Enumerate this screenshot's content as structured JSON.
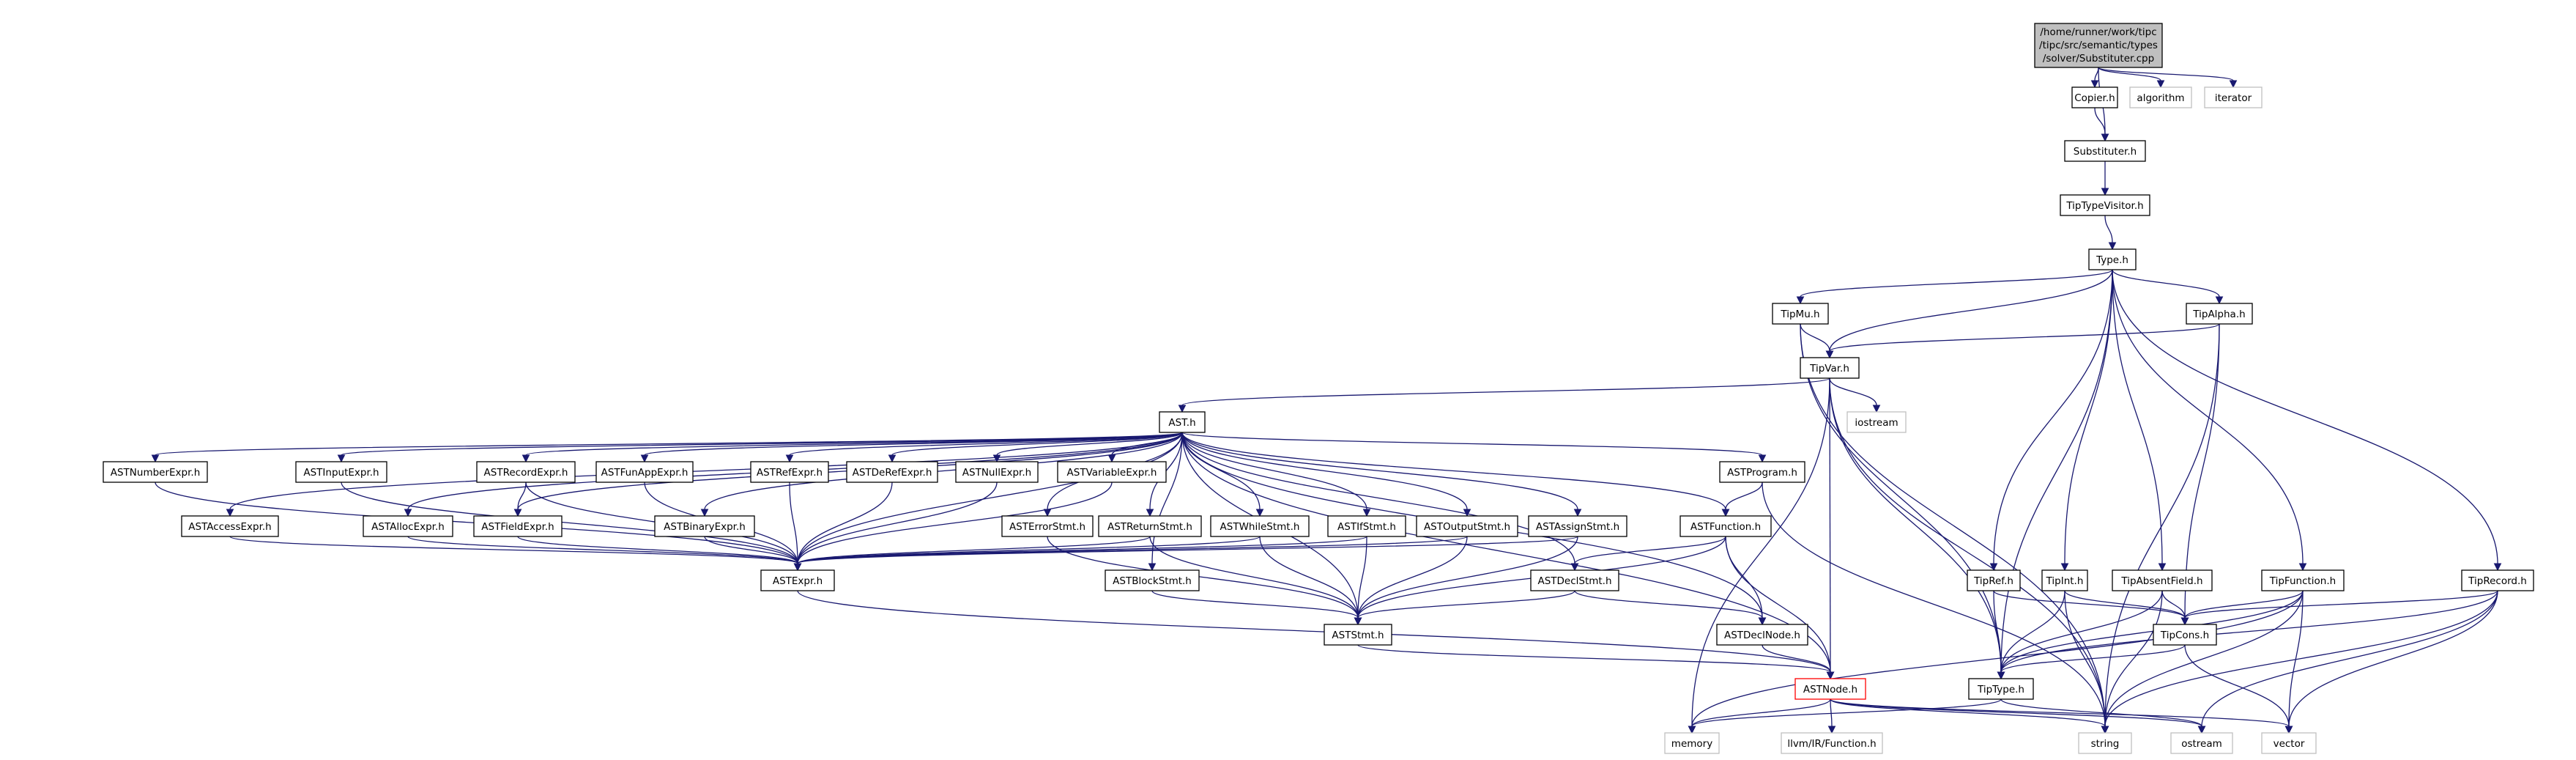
{
  "diagram": {
    "title": "Include dependency graph for Substituter.cpp",
    "root_lines": [
      "/home/runner/work/tipc",
      "/tipc/src/semantic/types",
      "/solver/Substituter.cpp"
    ],
    "nodes": {
      "root": "/home/runner/work/tipc/tipc/src/semantic/types/solver/Substituter.cpp",
      "copier": "Copier.h",
      "algorithm": "algorithm",
      "iterator": "iterator",
      "substituter": "Substituter.h",
      "tiptypevisitor": "TipTypeVisitor.h",
      "type": "Type.h",
      "tipmu": "TipMu.h",
      "tipalpha": "TipAlpha.h",
      "tipvar": "TipVar.h",
      "iostream": "iostream",
      "ast": "AST.h",
      "astnumberexpr": "ASTNumberExpr.h",
      "astinputexpr": "ASTInputExpr.h",
      "astrecordexpr": "ASTRecordExpr.h",
      "astfunappexpr": "ASTFunAppExpr.h",
      "astrefexpr": "ASTRefExpr.h",
      "astderefexpr": "ASTDeRefExpr.h",
      "astnullexpr": "ASTNullExpr.h",
      "astvariableexpr": "ASTVariableExpr.h",
      "astprogram": "ASTProgram.h",
      "astaccessexpr": "ASTAccessExpr.h",
      "astallocexpr": "ASTAllocExpr.h",
      "astfieldexpr": "ASTFieldExpr.h",
      "astbinaryexpr": "ASTBinaryExpr.h",
      "asterrorstmt": "ASTErrorStmt.h",
      "astreturnstmt": "ASTReturnStmt.h",
      "astwhilestmt": "ASTWhileStmt.h",
      "astifstmt": "ASTIfStmt.h",
      "astoutputstmt": "ASTOutputStmt.h",
      "astassignstmt": "ASTAssignStmt.h",
      "astfunction": "ASTFunction.h",
      "astexpr": "ASTExpr.h",
      "astblockstmt": "ASTBlockStmt.h",
      "astdeclstmt": "ASTDeclStmt.h",
      "aststmt": "ASTStmt.h",
      "astdeclnode": "ASTDeclNode.h",
      "astnode": "ASTNode.h",
      "tipref": "TipRef.h",
      "tipint": "TipInt.h",
      "tipabsentfield": "TipAbsentField.h",
      "tipfunction": "TipFunction.h",
      "tiprecord": "TipRecord.h",
      "tipcons": "TipCons.h",
      "tiptype": "TipType.h",
      "llvmfunction": "llvm/IR/Function.h",
      "memory": "memory",
      "string": "string",
      "ostream": "ostream",
      "vector": "vector"
    },
    "colors": {
      "edge": "#191970",
      "root_fill": "#bfbfbf",
      "system_border": "#bfbfbf",
      "truncated_border": "#ff0000",
      "node_border": "#000000"
    }
  }
}
